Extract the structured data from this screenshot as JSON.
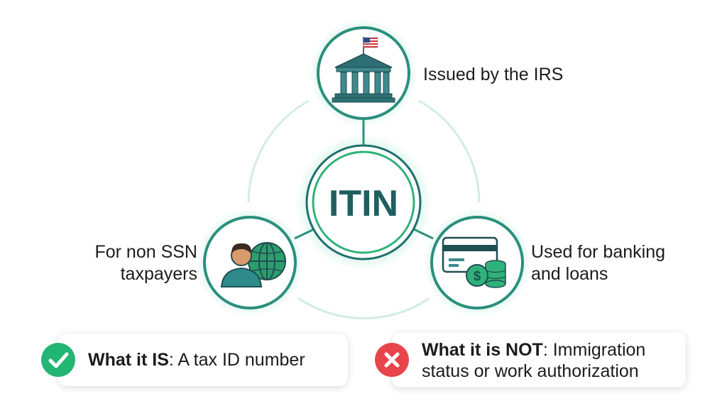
{
  "center": {
    "label": "ITIN"
  },
  "nodes": [
    {
      "label": "Issued by the IRS",
      "icon": "government-building-icon"
    },
    {
      "label": "For non SSN taxpayers",
      "icon": "person-globe-icon"
    },
    {
      "label": "Used for banking and loans",
      "icon": "card-coins-icon"
    }
  ],
  "facts": {
    "is": {
      "heading": "What it IS",
      "text": ": A tax ID number",
      "icon": "check-icon"
    },
    "not": {
      "heading": "What it is NOT",
      "text": ": Immigration status or work authorization",
      "icon": "x-icon"
    }
  },
  "colors": {
    "teal": "#1f6f6c",
    "green": "#2fb27a",
    "ring_light": "#d3ece4",
    "check": "#22b573",
    "cross": "#e8454b"
  }
}
